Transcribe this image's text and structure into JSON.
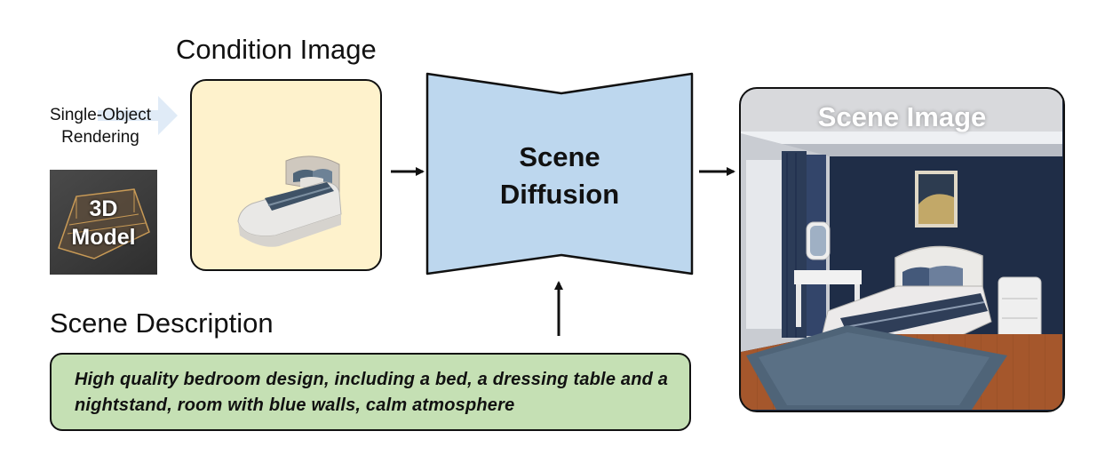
{
  "condition_label": "Condition Image",
  "rendering_label_line1": "Single-Object",
  "rendering_label_line2": "Rendering",
  "model_label_line1": "3D",
  "model_label_line2": "Model",
  "diffusion_line1": "Scene",
  "diffusion_line2": "Diffusion",
  "scene_image_label": "Scene Image",
  "description_label": "Scene Description",
  "description_text": "High quality bedroom design, including a bed, a dressing table and a nightstand, room with blue walls, calm atmosphere",
  "colors": {
    "condition_bg": "#fef2cc",
    "diffusion_fill": "#bdd7ee",
    "description_bg": "#c5e0b4",
    "wall": "#1e2b44"
  }
}
